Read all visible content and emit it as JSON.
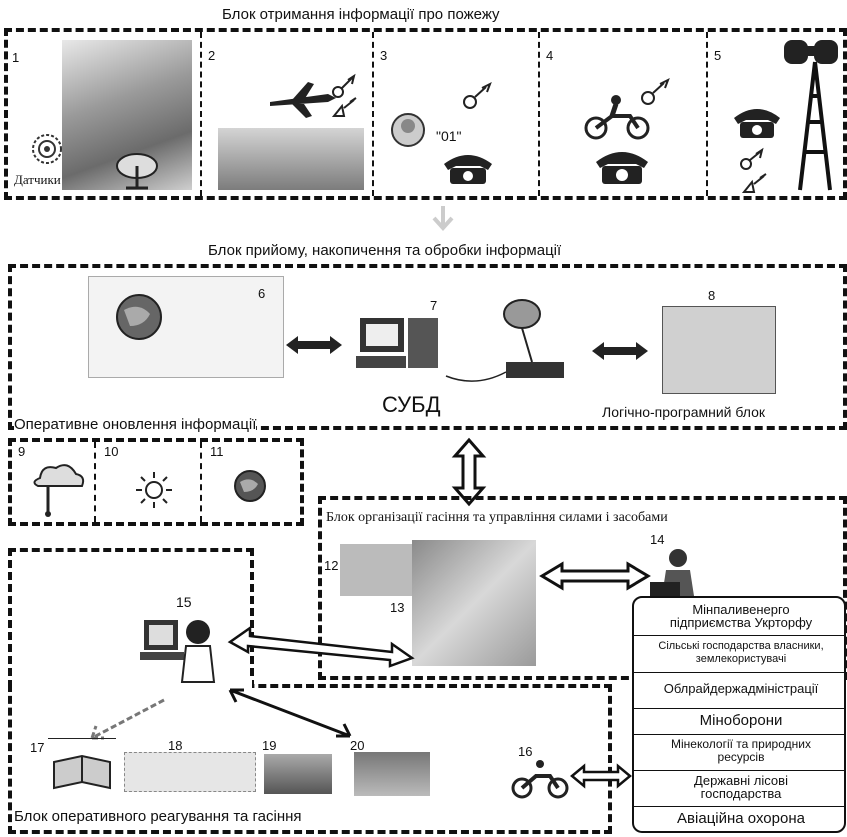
{
  "blocks": {
    "info_receiving": "Блок отримання інформації про пожежу",
    "processing": "Блок прийому, накопичення та обробки  інформації",
    "update": "Оперативне оновлення інформації",
    "organization": "Блок організації гасіння та управління силами і засобами",
    "response": "Блок оперативного реагування та гасіння"
  },
  "labels": {
    "dbms": "СУБД",
    "logic_block": "Логічно-програмний блок",
    "sensors": "Датчики",
    "emergency_number": "\"01\""
  },
  "numbers": [
    "1",
    "2",
    "3",
    "4",
    "5",
    "6",
    "7",
    "8",
    "9",
    "10",
    "11",
    "12",
    "13",
    "14",
    "15",
    "16",
    "17",
    "18",
    "19",
    "20"
  ],
  "organizations": [
    "Мінпаливенерго підприємства Укрторфу",
    "Сільські господарства власники, землекористувачі",
    "Облрайдержадміністрації",
    "Міноборони",
    "Мінекології та природних ресурсів",
    "Державні лісові господарства",
    "Авіаційна охорона"
  ]
}
